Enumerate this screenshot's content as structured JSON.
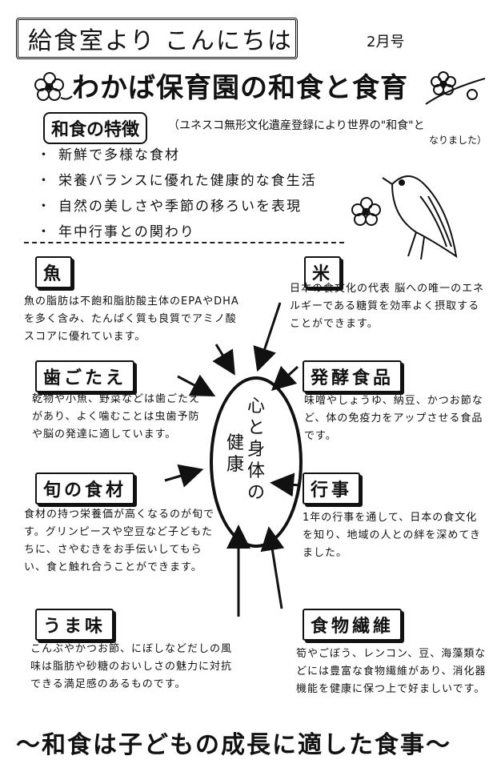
{
  "header": {
    "title": "給食室より こんにちは",
    "issue": "2月号",
    "main_title": "わかば保育園の和食と食育"
  },
  "features": {
    "heading": "和食の特徴",
    "note": "（ユネスコ無形文化遺産登録により世界の\"和食\"と",
    "note2": "なりました）",
    "bullets": [
      "新鮮で多様な食材",
      "栄養バランスに優れた健康的な食生活",
      "自然の美しさや季節の移ろいを表現",
      "年中行事との関わり"
    ]
  },
  "center": {
    "line1": "心と身体の",
    "line2": "健康"
  },
  "sections": {
    "fish": {
      "title": "魚",
      "text": "魚の脂肪は不飽和脂肪酸主体のEPAやDHAを多く含み、たんぱく質も良質でアミノ酸スコアに優れています。"
    },
    "rice": {
      "title": "米",
      "text": "日本の食文化の代表 脳への唯一のエネルギーである糖質を効率よく摂取することができます。"
    },
    "chew": {
      "title": "歯ごたえ",
      "text": "乾物や小魚、野菜などは歯ごたえがあり、よく噛むことは虫歯予防や脳の発達に適しています。"
    },
    "ferment": {
      "title": "発酵食品",
      "text": "味噌やしょうゆ、納豆、かつお節など、体の免疫力をアップさせる食品です。"
    },
    "season": {
      "title": "旬の食材",
      "text": "食材の持つ栄養価が高くなるのが旬です。グリンピースや空豆など子どもたちに、さやむきをお手伝いしてもらい、食と触れ合うことができます。"
    },
    "events": {
      "title": "行事",
      "text": "1年の行事を通して、日本の食文化を知り、地域の人との絆を深めてきました。"
    },
    "umami": {
      "title": "うま味",
      "text": "こんぶやかつお節、にぼしなどだしの風味は脂肪や砂糖のおいしさの魅力に対抗できる満足感のあるものです。"
    },
    "fiber": {
      "title": "食物繊維",
      "text": "筍やごぼう、レンコン、豆、海藻類などには豊富な食物繊維があり、消化器機能を健康に保つ上で好ましいです。"
    }
  },
  "footer": {
    "text": "〜和食は子どもの成長に適した食事〜"
  }
}
